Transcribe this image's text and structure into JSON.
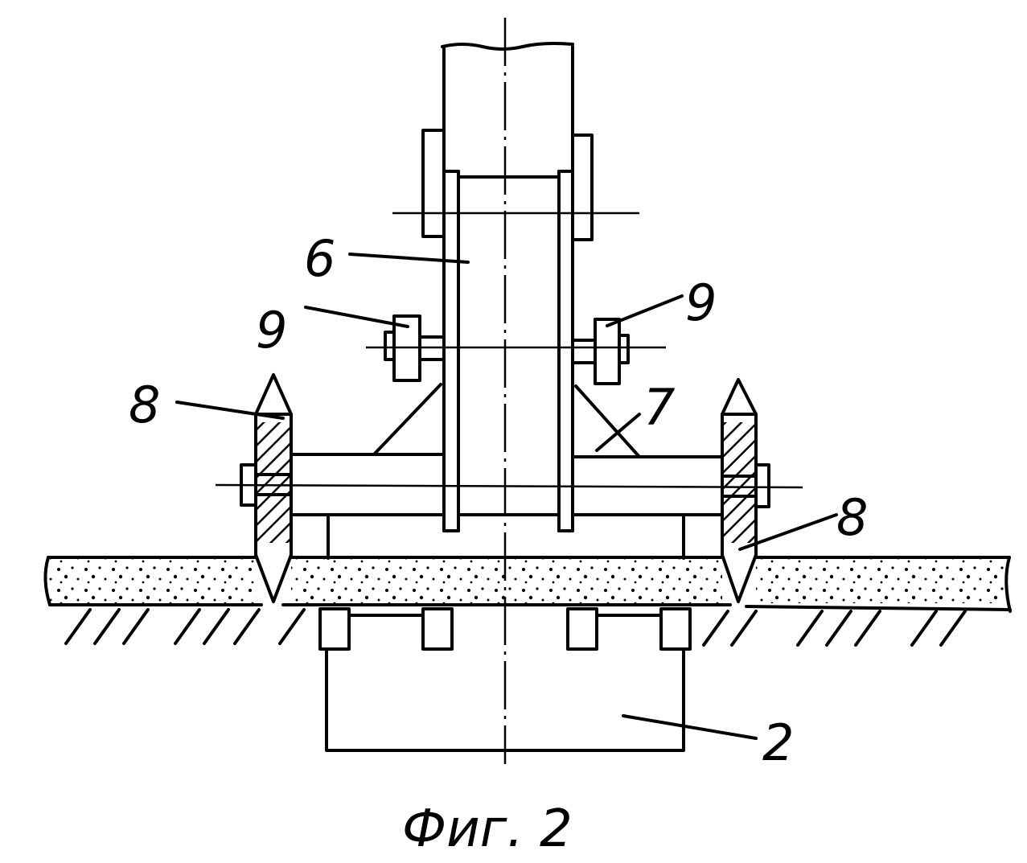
{
  "labels": {
    "part_6": "6",
    "part_9_left": "9",
    "part_9_right": "9",
    "part_8_left": "8",
    "part_8_right": "8",
    "part_7": "7",
    "part_2": "2"
  },
  "caption": "Фиг. 2"
}
